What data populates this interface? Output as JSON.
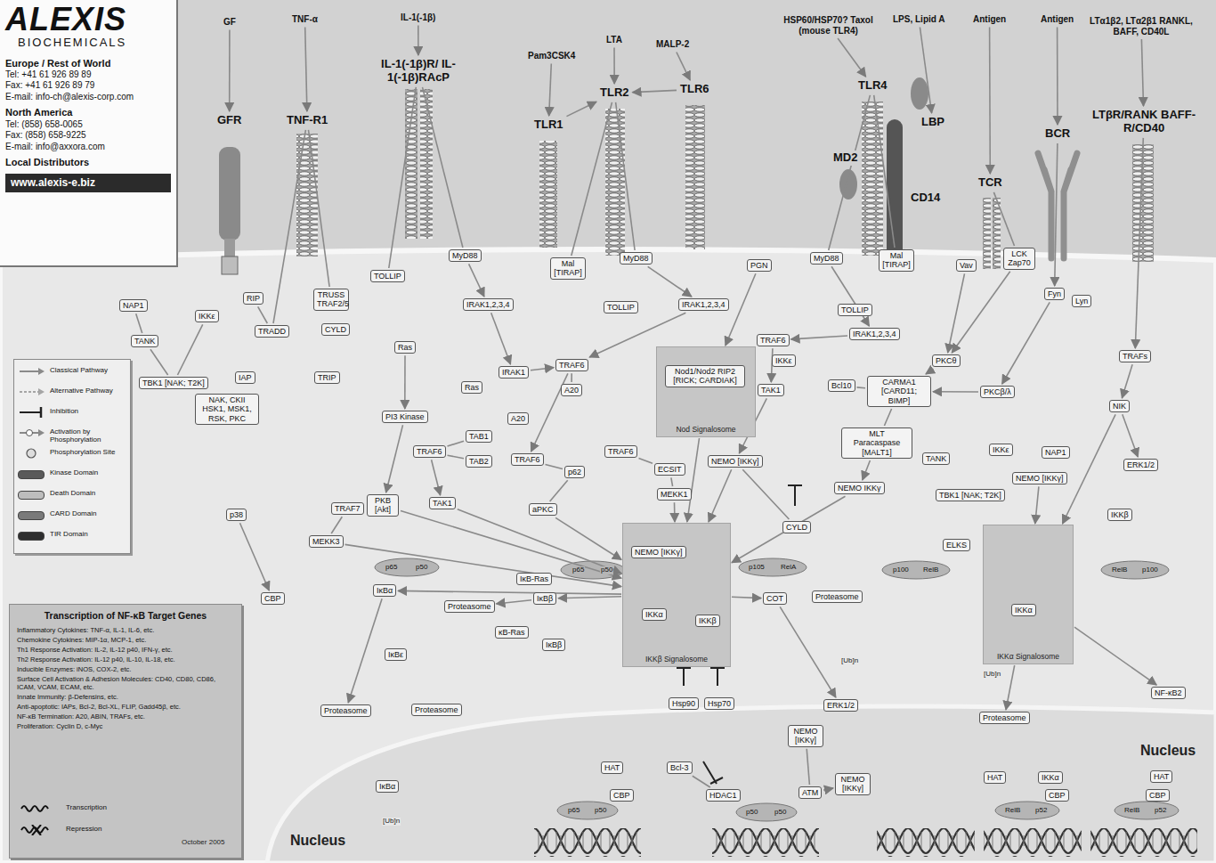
{
  "diagram": {
    "nodes": [
      {
        "text": [
          "GF"
        ]
      },
      {
        "text": [
          "TNF-α"
        ]
      },
      {
        "text": [
          "IL-1(-1β)"
        ]
      },
      {
        "text": [
          "Pam3CSK4"
        ]
      },
      {
        "text": [
          "LTA"
        ]
      },
      {
        "text": [
          "MALP-2"
        ]
      },
      {
        "text": [
          "HSP60/HSP70? Taxol (mouse TLR4)"
        ]
      },
      {
        "text": [
          "LPS, Lipid A"
        ]
      },
      {
        "text": [
          "Antigen"
        ]
      },
      {
        "text": [
          "Antigen"
        ]
      },
      {
        "text": [
          "LTα1β2, LTα2β1 RANKL, BAFF, CD40L"
        ]
      },
      {
        "text": [
          "GFR"
        ]
      },
      {
        "text": [
          "TNF-R1"
        ]
      },
      {
        "text": [
          "IL-1(-1β)R/ IL-1(-1β)RAcP"
        ]
      },
      {
        "text": [
          "TLR1"
        ]
      },
      {
        "text": [
          "TLR2"
        ]
      },
      {
        "text": [
          "TLR6"
        ]
      },
      {
        "text": [
          "TLR4"
        ]
      },
      {
        "text": [
          "LBP"
        ]
      },
      {
        "text": [
          "CD14"
        ]
      },
      {
        "text": [
          "MD2"
        ]
      },
      {
        "text": [
          "TCR"
        ]
      },
      {
        "text": [
          "BCR"
        ]
      },
      {
        "text": [
          "LTβR/RANK BAFF-R/CD40"
        ]
      },
      {
        "text": [
          "NAP1"
        ]
      },
      {
        "text": [
          "IKKε"
        ]
      },
      {
        "text": [
          "TANK"
        ]
      },
      {
        "text": [
          "TBK1 [NAK; T2K]"
        ]
      },
      {
        "text": [
          "NAK, CKII HSK1, MSK1, RSK, PKC"
        ]
      },
      {
        "text": [
          "RIP"
        ]
      },
      {
        "text": [
          "TRADD"
        ]
      },
      {
        "text": [
          "TRUSS TRAF2/5"
        ]
      },
      {
        "text": [
          "CYLD"
        ]
      },
      {
        "text": [
          "IAP"
        ]
      },
      {
        "text": [
          "TRIP"
        ]
      },
      {
        "text": [
          "TOLLIP"
        ]
      },
      {
        "text": [
          "MyD88"
        ]
      },
      {
        "text": [
          "IRAK1,2,3,4"
        ]
      },
      {
        "text": [
          "Ras"
        ]
      },
      {
        "text": [
          "PI3 Kinase"
        ]
      },
      {
        "text": [
          "Ras"
        ]
      },
      {
        "text": [
          "IRAK1"
        ]
      },
      {
        "text": [
          "TRAF6"
        ]
      },
      {
        "text": [
          "A20"
        ]
      },
      {
        "text": [
          "Mal [TIRAP]"
        ]
      },
      {
        "text": [
          "MyD88"
        ]
      },
      {
        "text": [
          "TOLLIP"
        ]
      },
      {
        "text": [
          "IRAK1,2,3,4"
        ]
      },
      {
        "text": [
          "TRAF6"
        ]
      },
      {
        "text": [
          "TAB1"
        ]
      },
      {
        "text": [
          "TAB2"
        ]
      },
      {
        "text": [
          "TAK1"
        ]
      },
      {
        "text": [
          "A20"
        ]
      },
      {
        "text": [
          "TRAF6"
        ]
      },
      {
        "text": [
          "p62"
        ]
      },
      {
        "text": [
          "aPKC"
        ]
      },
      {
        "text": [
          "TRAF6"
        ]
      },
      {
        "text": [
          "ECSIT"
        ]
      },
      {
        "text": [
          "MEKK1"
        ]
      },
      {
        "text": [
          "PGN"
        ]
      },
      {
        "text": [
          "Nod Signalosome"
        ]
      },
      {
        "text": [
          "Nod1/Nod2 RIP2 [RICK; CARDIAK]"
        ],
        "in": 60
      },
      {
        "text": [
          "TRAF6"
        ]
      },
      {
        "text": [
          "IKKε"
        ]
      },
      {
        "text": [
          "TAK1"
        ]
      },
      {
        "text": [
          "MyD88"
        ]
      },
      {
        "text": [
          "Mal [TIRAP]"
        ]
      },
      {
        "text": [
          "TOLLIP"
        ]
      },
      {
        "text": [
          "IRAK1,2,3,4"
        ]
      },
      {
        "text": [
          "Bcl10"
        ]
      },
      {
        "text": [
          "CARMA1 [CARD11; BIMP]"
        ]
      },
      {
        "text": [
          "MLT Paracaspase [MALT1]"
        ]
      },
      {
        "text": [
          "NEMO [IKKγ]"
        ]
      },
      {
        "text": [
          "CYLD"
        ]
      },
      {
        "text": [
          "NEMO IKKγ"
        ]
      },
      {
        "text": [
          "Vav"
        ]
      },
      {
        "text": [
          "LCK Zap70"
        ]
      },
      {
        "text": [
          "PKCθ"
        ]
      },
      {
        "text": [
          "Fyn"
        ]
      },
      {
        "text": [
          "Lyn"
        ]
      },
      {
        "text": [
          "PKCβ/λ"
        ]
      },
      {
        "text": [
          "TANK"
        ]
      },
      {
        "text": [
          "IKKε"
        ]
      },
      {
        "text": [
          "TBK1 [NAK; T2K]"
        ]
      },
      {
        "text": [
          "NAP1"
        ]
      },
      {
        "text": [
          "NEMO [IKKγ]"
        ]
      },
      {
        "text": [
          "TRAFs"
        ]
      },
      {
        "text": [
          "NIK"
        ]
      },
      {
        "text": [
          "ERK1/2"
        ]
      },
      {
        "text": [
          "IKKβ"
        ]
      },
      {
        "text": [
          "ELKS"
        ]
      },
      {
        "text": [
          "PKB [Akt]"
        ]
      },
      {
        "text": [
          "TRAF7"
        ]
      },
      {
        "text": [
          "MEKK3"
        ]
      },
      {
        "text": [
          "p38"
        ]
      },
      {
        "text": [
          "CBP"
        ]
      },
      {
        "text": [
          "IKKβ Signalosome"
        ]
      },
      {
        "text": [
          "NEMO [IKKγ]"
        ],
        "in": 96
      },
      {
        "text": [
          "IKKα"
        ],
        "in": 96
      },
      {
        "text": [
          "IKKβ"
        ],
        "in": 96
      },
      {
        "text": [
          "IκBα"
        ]
      },
      {
        "text": [
          "IκBε"
        ]
      },
      {
        "text": [
          "IκB-Ras"
        ]
      },
      {
        "text": [
          "IκBβ"
        ]
      },
      {
        "text": [
          "κB-Ras"
        ]
      },
      {
        "text": [
          "IκBβ"
        ]
      },
      {
        "text": [
          "Proteasome"
        ]
      },
      {
        "text": [
          "COT"
        ]
      },
      {
        "text": [
          "Proteasome"
        ]
      },
      {
        "text": [
          "IKKα Signalosome"
        ]
      },
      {
        "text": [
          "IKKα"
        ],
        "in": 109
      },
      {
        "text": [
          "ERK1/2"
        ]
      },
      {
        "text": [
          "Proteasome"
        ]
      },
      {
        "text": [
          "NF-κB2"
        ]
      },
      {
        "text": [
          "Proteasome"
        ]
      },
      {
        "text": [
          "Proteasome"
        ]
      },
      {
        "text": [
          "Bcl-3"
        ]
      },
      {
        "text": [
          "HDAC1"
        ]
      },
      {
        "text": [
          "HAT"
        ]
      },
      {
        "text": [
          "CBP"
        ]
      },
      {
        "text": [
          "NEMO [IKKγ]"
        ]
      },
      {
        "text": [
          "ATM"
        ]
      },
      {
        "text": [
          "NEMO [IKKγ]"
        ]
      },
      {
        "text": [
          "HAT"
        ]
      },
      {
        "text": [
          "IKKα"
        ]
      },
      {
        "text": [
          "CBP"
        ]
      },
      {
        "text": [
          "HAT"
        ]
      },
      {
        "text": [
          "CBP"
        ]
      },
      {
        "text": [
          "IκBα"
        ]
      },
      {
        "text": [
          "Hsp90"
        ]
      },
      {
        "text": [
          "Hsp70"
        ]
      },
      {
        "text": [
          "ALEXIS",
          "BIOCHEMICALS",
          "Europe / Rest of World",
          "Tel: +41 61 926 89 89",
          "Fax: +41 61 926 89 79",
          "E-mail: info-ch@alexis-corp.com",
          "North America",
          "Tel: (858) 658-0065",
          "Fax: (858) 658-9225",
          "E-mail: info@axxora.com",
          "Local Distributors",
          "www.alexis-e.biz"
        ]
      },
      {
        "text": [
          "Transcription of NF-κB Target Genes",
          "Inflammatory Cytokines: TNF-α, IL-1, IL-6, etc.",
          "Chemokine Cytokines: MIP-1α, MCP-1, etc.",
          "Th1 Response Activation: IL-2, IL-12 p40, IFN-γ, etc.",
          "Th2 Response Activation: IL-12 p40, IL-10, IL-18, etc.",
          "Inducible Enzymes: iNOS, COX-2, etc.",
          "Surface Cell Activation & Adhesion Molecules: CD40, CD80, CD86, ICAM, VCAM, ECAM, etc.",
          "Innate Immunity: β-Defensins, etc.",
          "Anti-apoptotic: IAPs, Bcl-2, Bcl-XL, FLIP, Gadd45β, etc.",
          "NF-κB Termination: A20, ABIN, TRAFs, etc.",
          "Proliferation: Cyclin D, c-Myc"
        ]
      }
    ],
    "edges": [
      {
        "from": 0,
        "to": 11,
        "arrow": "to"
      },
      {
        "from": 1,
        "to": 12,
        "arrow": "to"
      },
      {
        "from": 2,
        "to": 13,
        "arrow": "to"
      },
      {
        "from": 3,
        "to": 14,
        "arrow": "to"
      },
      {
        "from": 4,
        "to": 15,
        "arrow": "to"
      },
      {
        "from": 5,
        "to": 16,
        "arrow": "to"
      },
      {
        "from": 6,
        "to": 17,
        "arrow": "to"
      },
      {
        "from": 7,
        "to": 18,
        "arrow": "to"
      },
      {
        "from": 8,
        "to": 21,
        "arrow": "to"
      },
      {
        "from": 9,
        "to": 22,
        "arrow": "to"
      },
      {
        "from": 10,
        "to": 23,
        "arrow": "to"
      },
      {
        "from": 14,
        "to": 15,
        "arrow": "to"
      },
      {
        "from": 16,
        "to": 15,
        "arrow": "to"
      },
      {
        "from": 12,
        "to": 30,
        "arrow": "none"
      },
      {
        "from": 12,
        "to": 31,
        "arrow": "none"
      },
      {
        "from": 13,
        "to": 36,
        "arrow": "none"
      },
      {
        "from": 13,
        "to": 35,
        "arrow": "none"
      },
      {
        "from": 36,
        "to": 37,
        "arrow": "to"
      },
      {
        "from": 37,
        "to": 41,
        "arrow": "to"
      },
      {
        "from": 41,
        "to": 42,
        "arrow": "to"
      },
      {
        "from": 43,
        "to": 42,
        "arrow": "none"
      },
      {
        "from": 42,
        "to": 53,
        "arrow": "to"
      },
      {
        "from": 48,
        "to": 51,
        "arrow": "to"
      },
      {
        "from": 49,
        "to": 48,
        "arrow": "none"
      },
      {
        "from": 50,
        "to": 48,
        "arrow": "none"
      },
      {
        "from": 51,
        "to": 96,
        "arrow": "to"
      },
      {
        "from": 38,
        "to": 39,
        "arrow": "to"
      },
      {
        "from": 39,
        "to": 91,
        "arrow": "to"
      },
      {
        "from": 91,
        "to": 96,
        "arrow": "to"
      },
      {
        "from": 92,
        "to": 93,
        "arrow": "none"
      },
      {
        "from": 93,
        "to": 96,
        "arrow": "to"
      },
      {
        "from": 53,
        "to": 54,
        "arrow": "none"
      },
      {
        "from": 54,
        "to": 55,
        "arrow": "none"
      },
      {
        "from": 55,
        "to": 96,
        "arrow": "to"
      },
      {
        "from": 56,
        "to": 57,
        "arrow": "none"
      },
      {
        "from": 57,
        "to": 58,
        "arrow": "none"
      },
      {
        "from": 58,
        "to": 96,
        "arrow": "to"
      },
      {
        "from": 15,
        "to": 44,
        "arrow": "none"
      },
      {
        "from": 15,
        "to": 45,
        "arrow": "none"
      },
      {
        "from": 45,
        "to": 47,
        "arrow": "to"
      },
      {
        "from": 47,
        "to": 42,
        "arrow": "to"
      },
      {
        "from": 59,
        "to": 60,
        "arrow": "to"
      },
      {
        "from": 60,
        "to": 96,
        "arrow": "to"
      },
      {
        "from": 17,
        "to": 65,
        "arrow": "none"
      },
      {
        "from": 17,
        "to": 66,
        "arrow": "none"
      },
      {
        "from": 65,
        "to": 68,
        "arrow": "to"
      },
      {
        "from": 68,
        "to": 62,
        "arrow": "to"
      },
      {
        "from": 62,
        "to": 64,
        "arrow": "to"
      },
      {
        "from": 64,
        "to": 72,
        "arrow": "to"
      },
      {
        "from": 72,
        "to": 96,
        "arrow": "to"
      },
      {
        "from": 73,
        "to": 72,
        "arrow": "none"
      },
      {
        "from": 69,
        "to": 70,
        "arrow": "none"
      },
      {
        "from": 70,
        "to": 71,
        "arrow": "none"
      },
      {
        "from": 71,
        "to": 74,
        "arrow": "to"
      },
      {
        "from": 74,
        "to": 96,
        "arrow": "to"
      },
      {
        "from": 75,
        "to": 77,
        "arrow": "to"
      },
      {
        "from": 76,
        "to": 77,
        "arrow": "to"
      },
      {
        "from": 77,
        "to": 70,
        "arrow": "to"
      },
      {
        "from": 80,
        "to": 70,
        "arrow": "to"
      },
      {
        "from": 21,
        "to": 76,
        "arrow": "none"
      },
      {
        "from": 22,
        "to": 78,
        "arrow": "to"
      },
      {
        "from": 78,
        "to": 80,
        "arrow": "to"
      },
      {
        "from": 23,
        "to": 86,
        "arrow": "to"
      },
      {
        "from": 86,
        "to": 87,
        "arrow": "to"
      },
      {
        "from": 87,
        "to": 88,
        "arrow": "to"
      },
      {
        "from": 87,
        "to": 109,
        "arrow": "to"
      },
      {
        "from": 85,
        "to": 109,
        "arrow": "to"
      },
      {
        "from": 96,
        "to": 100,
        "arrow": "to"
      },
      {
        "from": 96,
        "to": 103,
        "arrow": "to"
      },
      {
        "from": 96,
        "to": 107,
        "arrow": "to"
      },
      {
        "from": 100,
        "to": 114,
        "arrow": "to"
      },
      {
        "from": 103,
        "to": 106,
        "arrow": "to"
      },
      {
        "from": 109,
        "to": 112,
        "arrow": "to"
      },
      {
        "from": 107,
        "to": 111,
        "arrow": "to"
      },
      {
        "from": 109,
        "to": 113,
        "arrow": "to"
      },
      {
        "from": 116,
        "to": 117,
        "arrow": "none"
      },
      {
        "from": 120,
        "to": 121,
        "arrow": "none"
      },
      {
        "from": 121,
        "to": 122,
        "arrow": "to"
      },
      {
        "from": 24,
        "to": 26,
        "arrow": "none"
      },
      {
        "from": 25,
        "to": 27,
        "arrow": "none"
      },
      {
        "from": 26,
        "to": 27,
        "arrow": "none"
      },
      {
        "from": 29,
        "to": 30,
        "arrow": "none"
      },
      {
        "from": 94,
        "to": 95,
        "arrow": "to"
      }
    ],
    "labels": [
      "Nucleus",
      "Nucleus",
      "October 2005",
      "[Ub]n",
      "[Ub]n",
      "[Ub]n",
      "p65",
      "p50",
      "p65",
      "p50",
      "p105",
      "RelA",
      "p100",
      "RelB",
      "RelB",
      "p100",
      "p65",
      "p50",
      "p50",
      "p50",
      "RelB",
      "p52",
      "RelB",
      "p52"
    ],
    "legend": [
      {
        "text": "Classical Pathway"
      },
      {
        "text": "Alternative Pathway"
      },
      {
        "text": "Inhibition"
      },
      {
        "text": "Activation by Phosphorylation"
      },
      {
        "text": "Phosphorylation Site"
      },
      {
        "text": "Kinase Domain",
        "color": "#5a5a5a"
      },
      {
        "text": "Death Domain",
        "color": "#bdbdbd"
      },
      {
        "text": "CARD Domain",
        "color": "#7a7a7a"
      },
      {
        "text": "TIR Domain",
        "color": "#2e2e2e"
      },
      {
        "text": "Transcription"
      },
      {
        "text": "Repression"
      }
    ]
  }
}
